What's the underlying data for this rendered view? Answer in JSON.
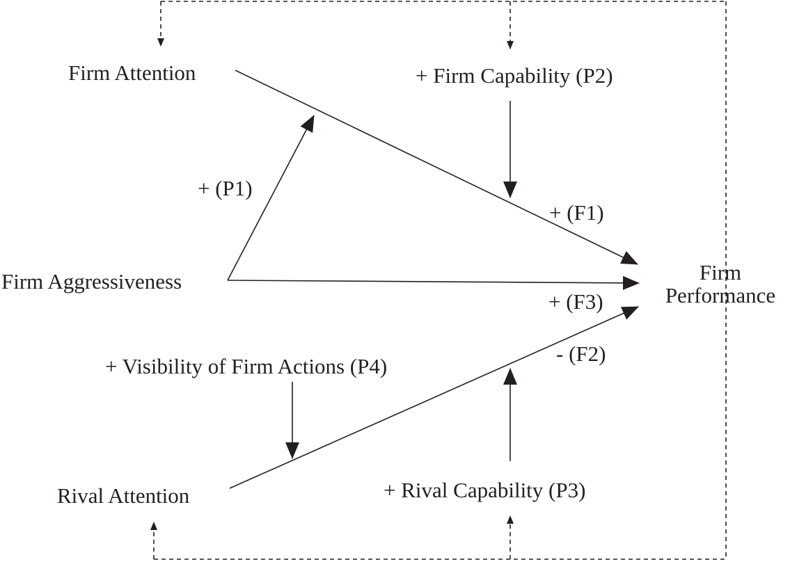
{
  "nodes": {
    "firm_attention": "Firm Attention",
    "firm_capability": "+ Firm Capability (P2)",
    "firm_aggressiveness": "Firm Aggressiveness",
    "visibility": "+ Visibility of Firm Actions (P4)",
    "rival_attention": "Rival Attention",
    "rival_capability": "+ Rival Capability (P3)",
    "firm_performance_line1": "Firm",
    "firm_performance_line2": "Performance"
  },
  "edge_labels": {
    "p1": "+ (P1)",
    "f1": "+ (F1)",
    "f3": "+ (F3)",
    "f2": "- (F2)"
  },
  "colors": {
    "ink": "#231f20"
  }
}
